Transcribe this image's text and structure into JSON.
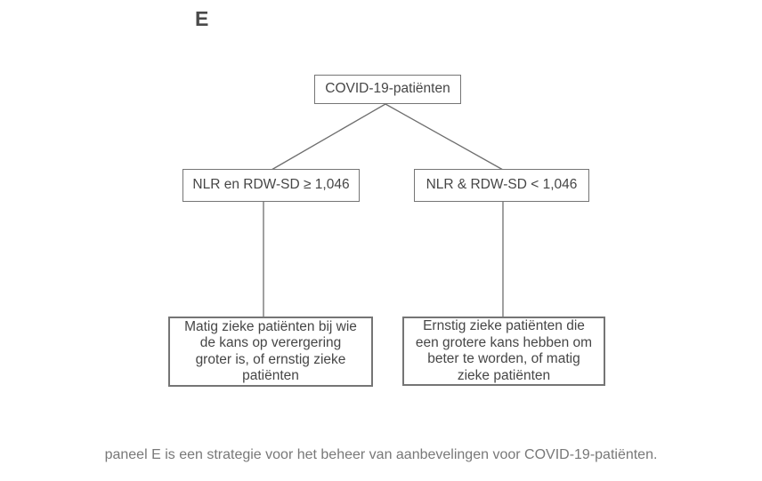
{
  "panel_label": "E",
  "diagram": {
    "root": {
      "label": "COVID-19-patiënten"
    },
    "branch_left": {
      "label": "NLR en RDW-SD ≥ 1,046"
    },
    "branch_right": {
      "label": "NLR & RDW-SD < 1,046"
    },
    "outcome_left": {
      "label": "Matig zieke patiënten bij wie\nde kans op verergering\ngroter is, of ernstig zieke\npatiënten"
    },
    "outcome_right": {
      "label": "Ernstig zieke patiënten die\neen grotere kans hebben om\nbeter te worden, of matig\nzieke patiënten"
    }
  },
  "caption": "paneel E is een strategie voor het beheer van aanbevelingen voor COVID-19-patiënten.",
  "colors": {
    "background": "#ffffff",
    "box_border": "#757575",
    "connector_line": "#6e6e6e",
    "box_text": "#464646",
    "panel_label_text": "#4a4a4a",
    "caption_text": "#787878"
  }
}
